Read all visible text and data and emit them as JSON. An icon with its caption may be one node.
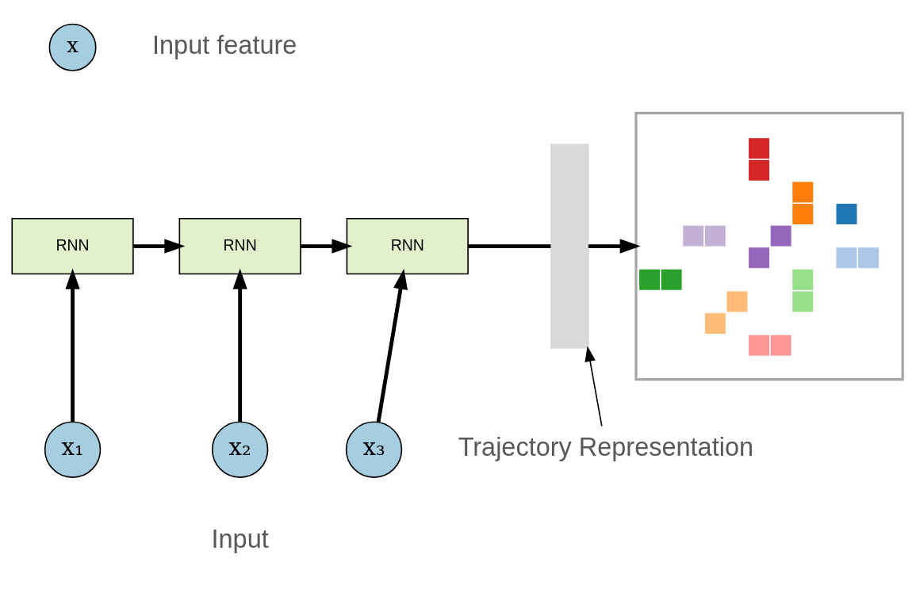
{
  "diagram": {
    "nodes": [
      {
        "text": [
          "x"
        ],
        "beside": [
          "Input feature"
        ]
      },
      {
        "text": [
          "RNN"
        ]
      },
      {
        "text": [
          "RNN"
        ]
      },
      {
        "text": [
          "RNN"
        ]
      },
      {
        "text": [
          "x₁"
        ]
      },
      {
        "text": [
          "x₂"
        ]
      },
      {
        "text": [
          "x₃"
        ]
      },
      {
        "text": [],
        "shape": "bar"
      },
      {
        "text": [],
        "shape": "picture"
      },
      {
        "text": [
          "Trajectory Representation"
        ]
      }
    ],
    "edges": [
      {
        "from": 1,
        "to": 2,
        "arrow": "to"
      },
      {
        "from": 2,
        "to": 3,
        "arrow": "to"
      },
      {
        "from": 3,
        "to": 7,
        "arrow": "none"
      },
      {
        "from": 7,
        "to": 8,
        "arrow": "to"
      },
      {
        "from": 4,
        "to": 1,
        "arrow": "to"
      },
      {
        "from": 5,
        "to": 2,
        "arrow": "to"
      },
      {
        "from": 6,
        "to": 3,
        "arrow": "to"
      },
      {
        "from": 9,
        "to": 7,
        "arrow": "to"
      }
    ],
    "labels": [
      "Input"
    ]
  }
}
